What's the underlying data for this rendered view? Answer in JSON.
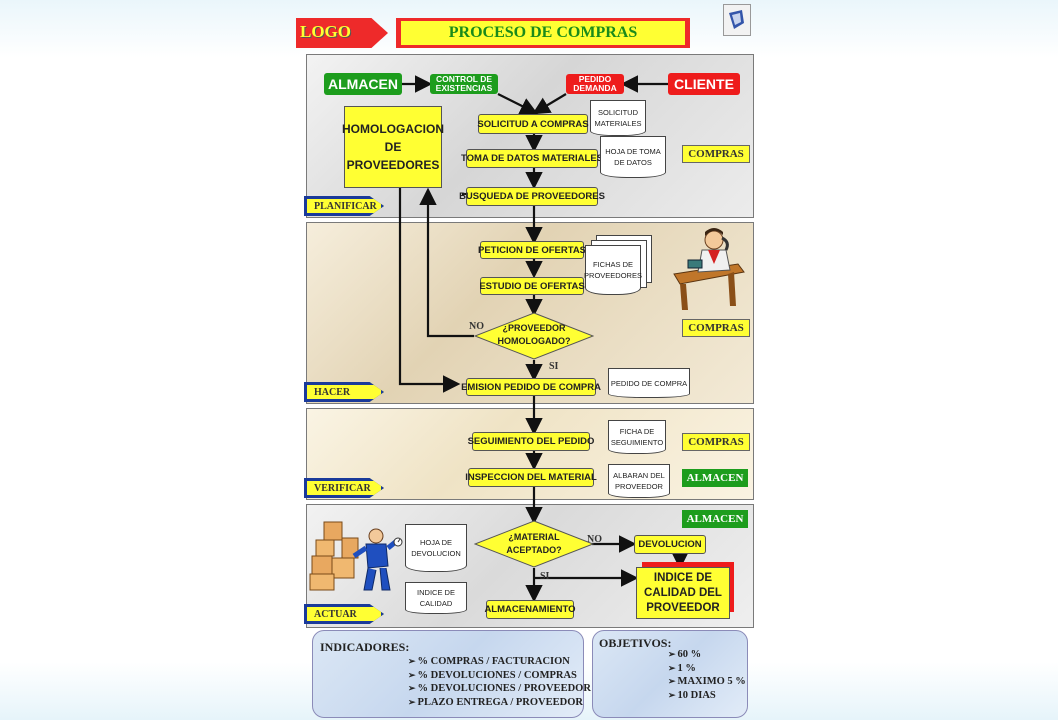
{
  "header": {
    "logo": "LOGO",
    "title": "PROCESO DE COMPRAS"
  },
  "phases": {
    "planificar": "PLANIFICAR",
    "hacer": "HACER",
    "verificar": "VERIFICAR",
    "actuar": "ACTUAR"
  },
  "top": {
    "almacen": "ALMACEN",
    "control": "CONTROL DE EXISTENCIAS",
    "pedido_demanda": "PEDIDO DEMANDA",
    "cliente": "CLIENTE"
  },
  "steps": {
    "solicitud": "SOLICITUD A COMPRAS",
    "toma": "TOMA DE DATOS MATERIALES",
    "busqueda": "BUSQUEDA DE PROVEEDORES",
    "peticion": "PETICION DE OFERTAS",
    "estudio": "ESTUDIO DE OFERTAS",
    "proveedor_homologado": "¿PROVEEDOR HOMOLOGADO?",
    "emision": "EMISION PEDIDO DE COMPRA",
    "seguimiento": "SEGUIMIENTO DEL PEDIDO",
    "inspeccion": "INSPECCION DEL MATERIAL",
    "material_aceptado": "¿MATERIAL ACEPTADO?",
    "devolucion": "DEVOLUCION",
    "almacenamiento": "ALMACENAMIENTO"
  },
  "homologacion": "HOMOLOGACION DE PROVEEDORES",
  "homologacion_back": "N",
  "indice_calidad": "INDICE DE CALIDAD DEL PROVEEDOR",
  "documents": {
    "solicitud_materiales": "SOLICITUD MATERIALES",
    "hoja_toma": "HOJA DE TOMA DE DATOS",
    "fichas": "FICHAS DE PROVEEDORES",
    "pedido_compra": "PEDIDO DE COMPRA",
    "ficha_seguimiento": "FICHA DE SEGUIMIENTO",
    "albaran": "ALBARAN DEL PROVEEDOR",
    "hoja_devolucion": "HOJA DE DEVOLUCION",
    "indice_doc": "INDICE DE CALIDAD"
  },
  "dept_tags": {
    "compras": "COMPRAS",
    "almacen": "ALMACEN"
  },
  "decision_labels": {
    "no": "NO",
    "si": "SI"
  },
  "indicadores": {
    "title": "INDICADORES:",
    "items": [
      "% COMPRAS / FACTURACION",
      "% DEVOLUCIONES / COMPRAS",
      "% DEVOLUCIONES / PROVEEDOR",
      "PLAZO ENTREGA / PROVEEDOR"
    ]
  },
  "objetivos": {
    "title": "OBJETIVOS:",
    "items": [
      "60 %",
      "1 %",
      "MAXIMO 5 %",
      "10 DIAS"
    ]
  },
  "colors": {
    "yellow": "#ffff33",
    "green": "#1d9d1d",
    "red": "#ee1c1c",
    "blue": "#1a3a9a",
    "title_text": "#1a8a1a"
  }
}
